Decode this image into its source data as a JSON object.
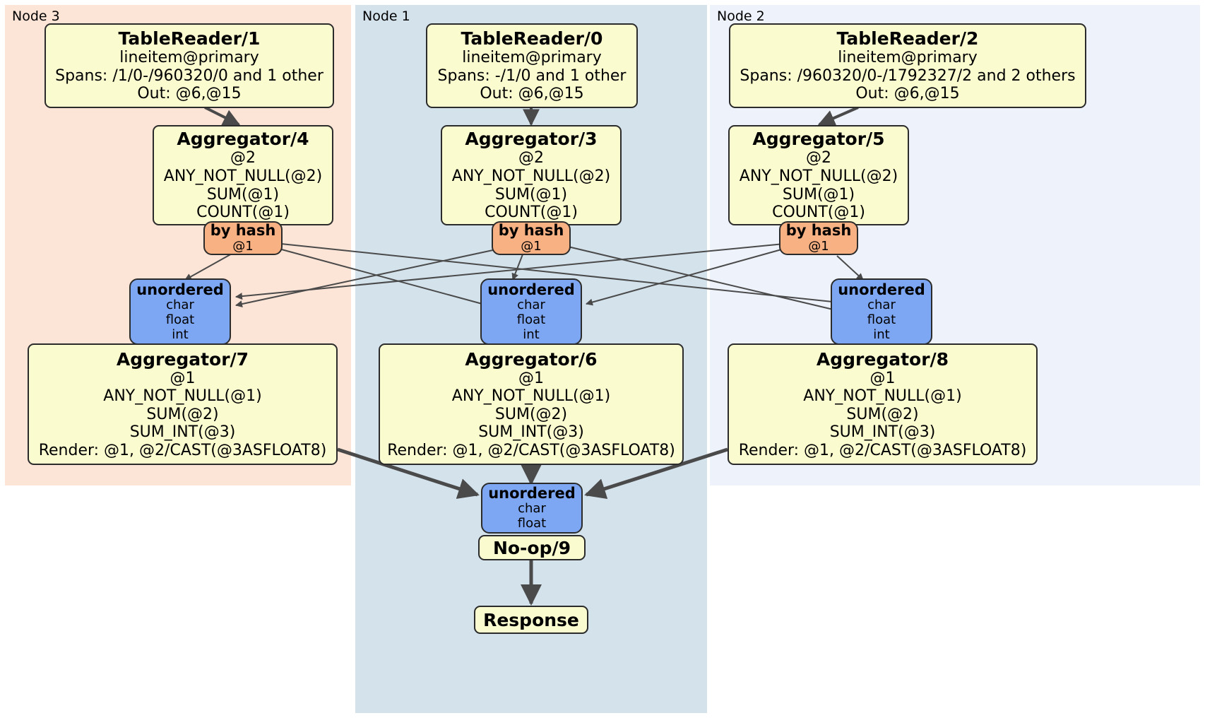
{
  "diagram": {
    "type": "distributed-query-plan",
    "nodes": [
      {
        "id": "node3",
        "label": "Node 3",
        "color": "#fce4d6"
      },
      {
        "id": "node1",
        "label": "Node 1",
        "color": "#d4e2ec"
      },
      {
        "id": "node2",
        "label": "Node 2",
        "color": "#edf2fb"
      }
    ],
    "processors": {
      "table_reader_1": {
        "title": "TableReader/1",
        "lines": [
          "lineitem@primary",
          "Spans: /1/0-/960320/0 and 1 other",
          "Out: @6,@15"
        ]
      },
      "table_reader_0": {
        "title": "TableReader/0",
        "lines": [
          "lineitem@primary",
          "Spans: -/1/0 and 1 other",
          "Out: @6,@15"
        ]
      },
      "table_reader_2": {
        "title": "TableReader/2",
        "lines": [
          "lineitem@primary",
          "Spans: /960320/0-/1792327/2 and 2 others",
          "Out: @6,@15"
        ]
      },
      "aggregator_4": {
        "title": "Aggregator/4",
        "lines": [
          "@2",
          "ANY_NOT_NULL(@2)",
          "SUM(@1)",
          "COUNT(@1)"
        ]
      },
      "aggregator_3": {
        "title": "Aggregator/3",
        "lines": [
          "@2",
          "ANY_NOT_NULL(@2)",
          "SUM(@1)",
          "COUNT(@1)"
        ]
      },
      "aggregator_5": {
        "title": "Aggregator/5",
        "lines": [
          "@2",
          "ANY_NOT_NULL(@2)",
          "SUM(@1)",
          "COUNT(@1)"
        ]
      },
      "aggregator_7": {
        "title": "Aggregator/7",
        "lines": [
          "@1",
          "ANY_NOT_NULL(@1)",
          "SUM(@2)",
          "SUM_INT(@3)",
          "Render: @1, @2/CAST(@3ASFLOAT8)"
        ]
      },
      "aggregator_6": {
        "title": "Aggregator/6",
        "lines": [
          "@1",
          "ANY_NOT_NULL(@1)",
          "SUM(@2)",
          "SUM_INT(@3)",
          "Render: @1, @2/CAST(@3ASFLOAT8)"
        ]
      },
      "aggregator_8": {
        "title": "Aggregator/8",
        "lines": [
          "@1",
          "ANY_NOT_NULL(@1)",
          "SUM(@2)",
          "SUM_INT(@3)",
          "Render: @1, @2/CAST(@3ASFLOAT8)"
        ]
      },
      "noop_9": {
        "title": "No-op/9",
        "lines": []
      },
      "response": {
        "title": "Response",
        "lines": []
      }
    },
    "routers": {
      "by_hash_left": {
        "title": "by hash",
        "lines": [
          "@1"
        ]
      },
      "by_hash_center": {
        "title": "by hash",
        "lines": [
          "@1"
        ]
      },
      "by_hash_right": {
        "title": "by hash",
        "lines": [
          "@1"
        ]
      }
    },
    "receivers": {
      "unordered_left": {
        "title": "unordered",
        "lines": [
          "char",
          "float",
          "int"
        ]
      },
      "unordered_center": {
        "title": "unordered",
        "lines": [
          "char",
          "float",
          "int"
        ]
      },
      "unordered_right": {
        "title": "unordered",
        "lines": [
          "char",
          "float",
          "int"
        ]
      },
      "unordered_final": {
        "title": "unordered",
        "lines": [
          "char",
          "float"
        ]
      }
    },
    "colors": {
      "processor_fill": "#fbfbd0",
      "router_fill": "#f7b183",
      "receiver_fill": "#7da7f2",
      "border": "#2b2b2b",
      "edge": "#4a4a4a",
      "node3_fill": "#fce4d6",
      "node1_fill": "#d4e2ec",
      "node2_fill": "#edf2fb"
    }
  }
}
